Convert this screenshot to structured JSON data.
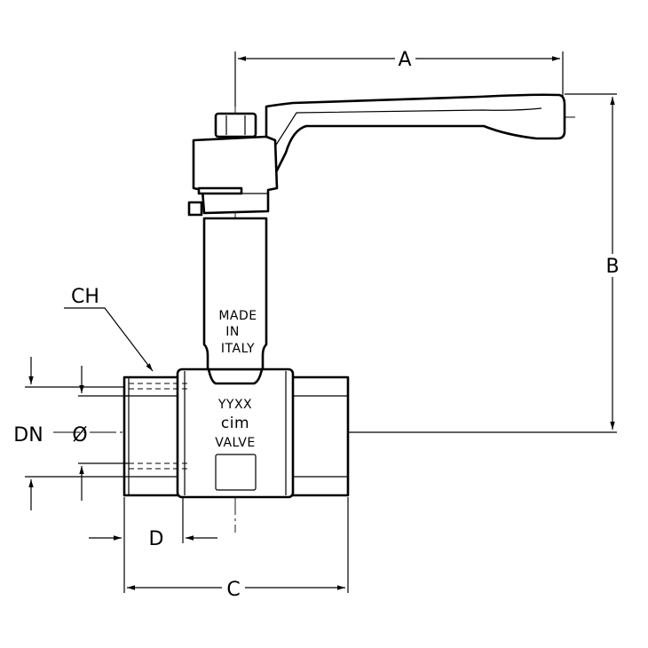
{
  "dimensions": {
    "a": "A",
    "b": "B",
    "c": "C",
    "d": "D",
    "ch": "CH",
    "dn": "DN",
    "diameter": "Ø"
  },
  "markings": {
    "made": "MADE",
    "in": "IN",
    "italy": "ITALY",
    "date_code": "YYXX",
    "brand": "cim",
    "valve": "VALVE"
  }
}
